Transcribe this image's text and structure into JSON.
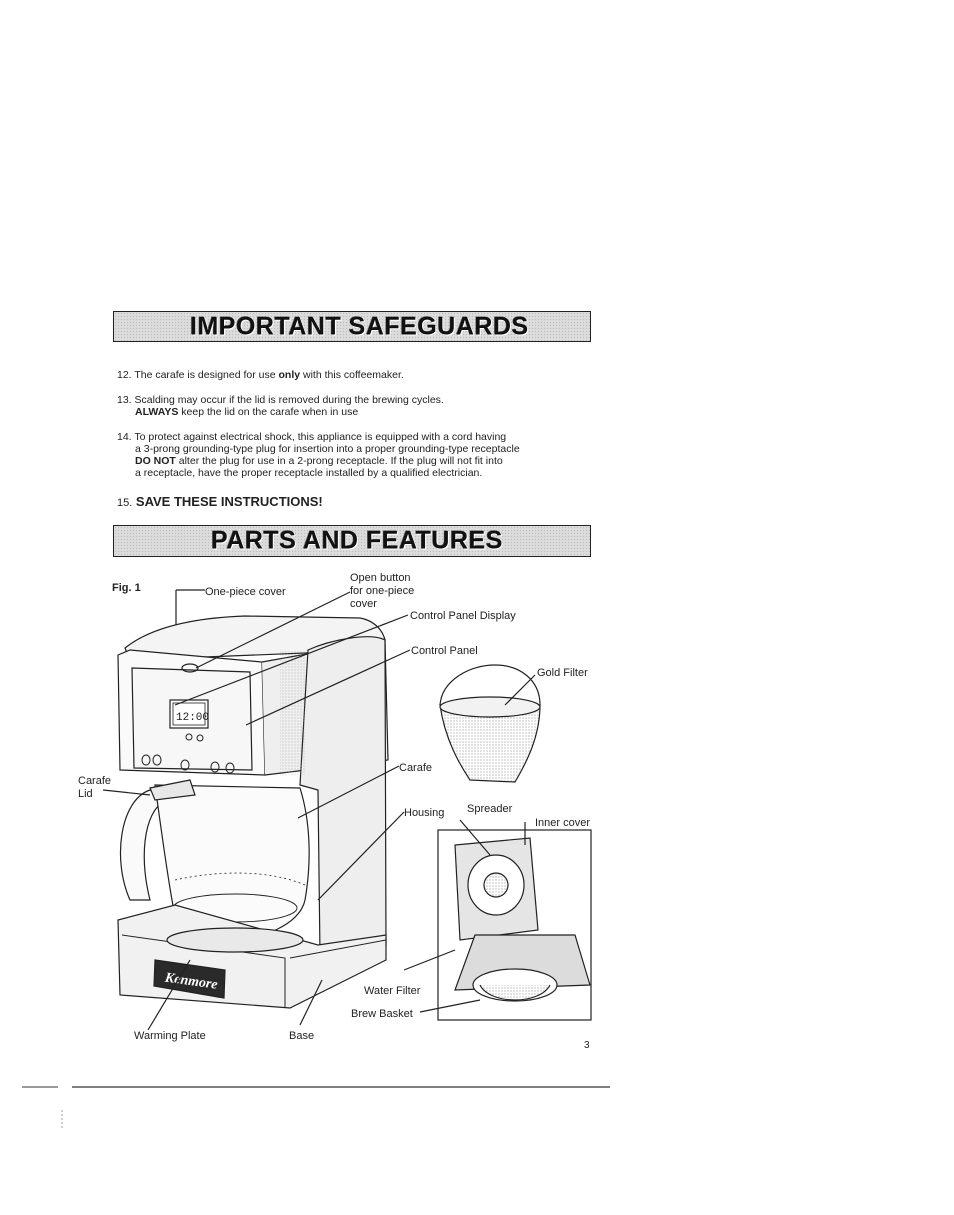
{
  "header_safeguards": "IMPORTANT SAFEGUARDS",
  "items": [
    {
      "num": "12",
      "lines": [
        [
          "",
          "The carafe is designed for use "
        ],
        [
          "b",
          "only"
        ],
        [
          "",
          " with this coffeemaker."
        ]
      ]
    },
    {
      "num": "13",
      "line1": "Scalding may occur if the lid is removed during the brewing cycles.",
      "line2_bold": "ALWAYS",
      "line2_rest": " keep the lid on the carafe when in use"
    },
    {
      "num": "14",
      "line1": "To protect against electrical shock, this appliance is equipped with a cord having",
      "line2": "a 3-prong grounding-type plug for insertion into a proper grounding-type receptacle",
      "line3_bold": "DO NOT",
      "line3_rest": " alter the plug for use in a 2-prong receptacle. If the plug will not fit into",
      "line4": "a receptacle, have the proper receptacle installed by a qualified electrician."
    }
  ],
  "item12_text_a": "12. The carafe is designed for use ",
  "item12_bold": "only",
  "item12_text_b": " with this coffeemaker.",
  "item13_num": "13.",
  "item14_num": "14.",
  "item15_num": "15.",
  "item15_text": "SAVE THESE INSTRUCTIONS!",
  "header_parts": "PARTS AND FEATURES",
  "figure": {
    "fig_label": "Fig. 1",
    "labels": {
      "one_piece_cover": "One-piece cover",
      "open_button_1": "Open button",
      "open_button_2": "for one-piece",
      "open_button_3": "cover",
      "control_panel_display": "Control Panel Display",
      "control_panel": "Control Panel",
      "gold_filter": "Gold Filter",
      "carafe": "Carafe",
      "carafe_lid_1": "Carafe",
      "carafe_lid_2": "Lid",
      "housing": "Housing",
      "spreader": "Spreader",
      "inner_cover": "Inner cover",
      "water_filter": "Water Filter",
      "brew_basket": "Brew Basket",
      "warming_plate": "Warming Plate",
      "base": "Base"
    },
    "display_time": "12:00",
    "brand": "Kenmore"
  },
  "page_number": "3"
}
